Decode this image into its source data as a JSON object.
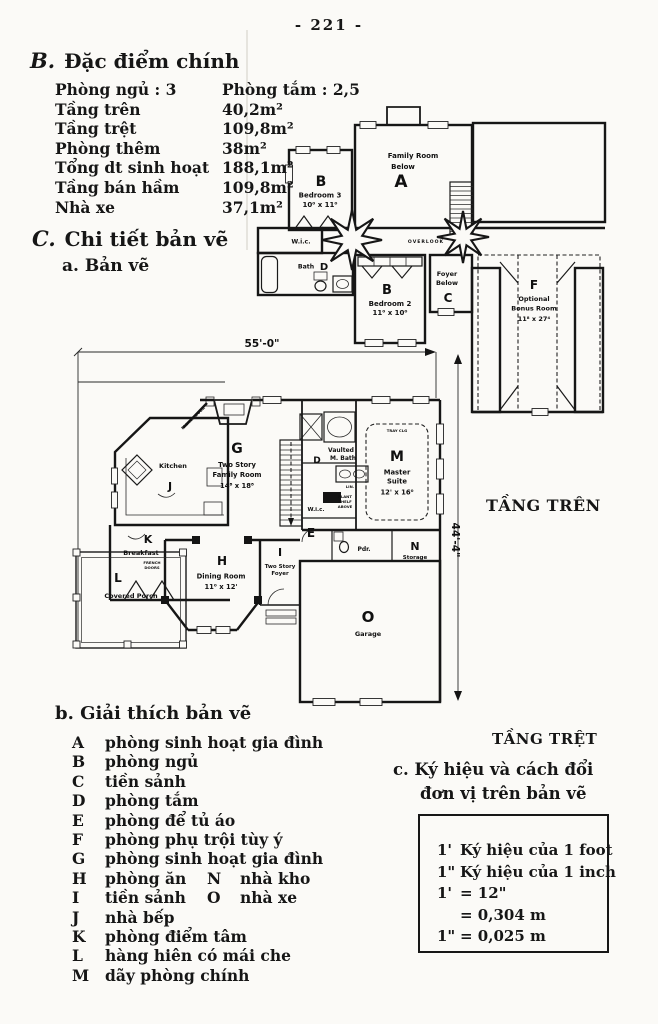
{
  "page_number": "- 221 -",
  "features": {
    "heading_letter": "B.",
    "heading": "Đặc điểm chính",
    "rows": [
      {
        "label": "Phòng ngủ : 3",
        "value": "Phòng tắm : 2,5"
      },
      {
        "label": "Tầng trên",
        "value": "40,2m²"
      },
      {
        "label": "Tầng trệt",
        "value": "109,8m²"
      },
      {
        "label": "Phòng thêm",
        "value": "38m²"
      },
      {
        "label": "Tổng dt sinh hoạt",
        "value": "188,1m²"
      },
      {
        "label": "Tầng bán hầm",
        "value": "109,8m²"
      },
      {
        "label": "Nhà xe",
        "value": "37,1m²"
      }
    ]
  },
  "details": {
    "heading_letter": "C.",
    "heading": "Chi tiết bản vẽ",
    "sub_heading": "a. Bản vẽ"
  },
  "upper_plan": {
    "family_room_l1": "Family Room",
    "family_room_l2": "Below",
    "family_room_key": "A",
    "bedroom3_key": "B",
    "bedroom3_name": "Bedroom 3",
    "bedroom3_dims": "10⁰ x 11⁰",
    "wic": "W.i.c.",
    "bath_name": "Bath",
    "bath_key": "D",
    "overlook": "OVERLOOK",
    "bedroom2_key": "B",
    "bedroom2_name": "Bedroom 2",
    "bedroom2_dims": "11⁰ x 10⁰",
    "foyer_l1": "Foyer",
    "foyer_l2": "Below",
    "foyer_key": "C",
    "bonus_key": "F",
    "bonus_l1": "Optional",
    "bonus_l2": "Bonus Room",
    "bonus_dims": "11⁸ x 27⁴",
    "floor_label": "TẦNG TRÊN"
  },
  "lower_plan": {
    "dim_width": "55'-0\"",
    "dim_height": "44'-4\"",
    "family_key": "G",
    "family_l1": "Two Story",
    "family_l2": "Family Room",
    "family_dims": "14⁸ x 18⁸",
    "kitchen_key": "J",
    "kitchen_name": "Kitchen",
    "breakfast_key": "K",
    "breakfast_name": "Breakfast",
    "french_doors_l1": "FRENCH",
    "french_doors_l2": "DOORS",
    "porch_key": "L",
    "porch_name": "Covered Porch",
    "dining_key": "H",
    "dining_name": "Dining Room",
    "dining_dims": "11⁰ x 12'",
    "foyer_key": "I",
    "foyer_l1": "Two Story",
    "foyer_l2": "Foyer",
    "mbath_key": "D",
    "mbath_l1": "Vaulted",
    "mbath_l2": "M. Bath",
    "wic_key": "E",
    "wic_name": "W.i.c.",
    "lin": "LIN.",
    "plant_l1": "PLANT",
    "plant_l2": "SHELF",
    "plant_l3": "ABOVE",
    "master_key": "M",
    "master_l1": "Master",
    "master_l2": "Suite",
    "master_dims": "12' x 16⁰",
    "tray": "TRAY CLG",
    "pdr": "Pdr.",
    "storage_key": "N",
    "storage_name": "Storage",
    "garage_key": "O",
    "garage_name": "Garage",
    "french_door": "FRENCH DOOR",
    "floor_label": "TẦNG TRỆT"
  },
  "legend": {
    "heading": "b. Giải thích bản vẽ",
    "items": [
      {
        "key": "A",
        "text": "phòng sinh hoạt gia đình"
      },
      {
        "key": "B",
        "text": "phòng ngủ"
      },
      {
        "key": "C",
        "text": "tiền sảnh"
      },
      {
        "key": "D",
        "text": "phòng tắm"
      },
      {
        "key": "E",
        "text": "phòng để tủ áo"
      },
      {
        "key": "F",
        "text": "phòng phụ trội tùy ý"
      },
      {
        "key": "G",
        "text": "phòng sinh hoạt gia đình"
      },
      {
        "key": "H",
        "text": "phòng ăn",
        "key2": "N",
        "text2": "nhà kho"
      },
      {
        "key": "I",
        "text": "tiền sảnh",
        "key2": "O",
        "text2": "nhà xe"
      },
      {
        "key": "J",
        "text": "nhà bếp"
      },
      {
        "key": "K",
        "text": "phòng điểm tâm"
      },
      {
        "key": "L",
        "text": "hàng hiên có mái che"
      },
      {
        "key": "M",
        "text": "dãy phòng chính"
      }
    ]
  },
  "units": {
    "heading_l1": "c. Ký hiệu và cách đổi",
    "heading_l2": "đơn vị trên bản vẽ",
    "lines": [
      {
        "sym": "1'",
        "rest": "Ký hiệu của 1 foot"
      },
      {
        "sym": "1\"",
        "rest": "Ký hiệu của 1 inch"
      },
      {
        "sym": "1'",
        "rest": "= 12\""
      },
      {
        "sym": "",
        "rest": "= 0,304 m"
      },
      {
        "sym": "1\"",
        "rest": "= 0,025 m"
      }
    ]
  }
}
